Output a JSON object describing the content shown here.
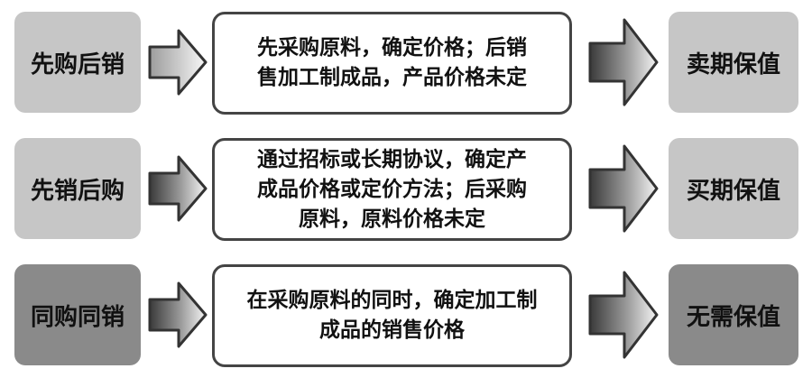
{
  "rows": [
    {
      "left": "先购后销",
      "middle_lines": [
        "先采购原料，确定价格；后销",
        "售加工制成品，产品价格未定"
      ],
      "right": "卖期保值",
      "shade": "light"
    },
    {
      "left": "先销后购",
      "middle_lines": [
        "通过招标或长期协议，确定产",
        "成品价格或定价方法；后采购",
        "原料，原料价格未定"
      ],
      "right": "买期保值",
      "shade": "light"
    },
    {
      "left": "同购同销",
      "middle_lines": [
        "在采购原料的同时，确定加工制",
        "成品的销售价格"
      ],
      "right": "无需保值",
      "shade": "dark"
    }
  ],
  "colors": {
    "light_box": "#c6c6c6",
    "dark_box": "#8a8a8a",
    "outline": "#444444"
  }
}
